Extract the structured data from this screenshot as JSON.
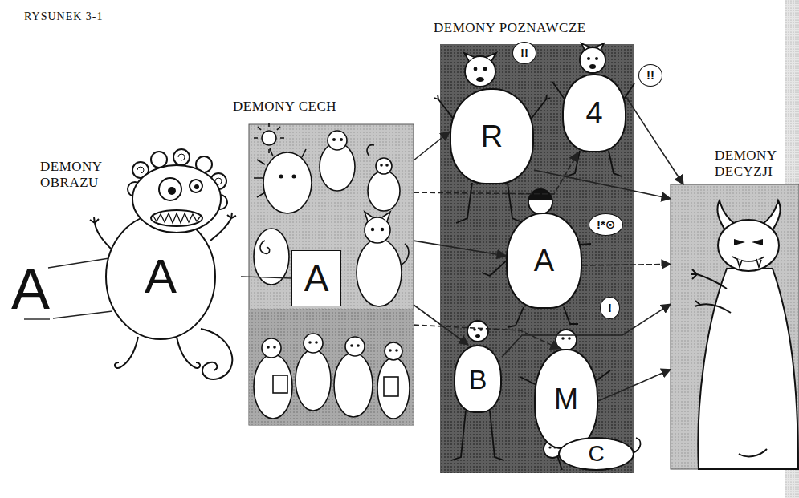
{
  "diagram": {
    "nodes": [
      {
        "text": [
          "DEMONY OBRAZU",
          "A"
        ]
      },
      {
        "text": [
          "DEMONY CECH"
        ]
      },
      {
        "text": [
          "A"
        ],
        "in": 1
      },
      {
        "text": [
          "DEMONY POZNAWCZE"
        ]
      },
      {
        "text": [
          "R"
        ],
        "in": 3
      },
      {
        "text": [
          "4"
        ],
        "in": 3
      },
      {
        "text": [
          "A"
        ],
        "in": 3
      },
      {
        "text": [
          "B"
        ],
        "in": 3
      },
      {
        "text": [
          "M"
        ],
        "in": 3
      },
      {
        "text": [
          "C"
        ],
        "in": 3
      },
      {
        "text": [
          "DEMONY DECYZJI"
        ]
      }
    ],
    "edges": [
      {
        "from": 0,
        "to": 2,
        "arrow": "none"
      },
      {
        "from": 1,
        "to": 4,
        "arrow": "to"
      },
      {
        "from": 1,
        "to": 5,
        "arrow": "to"
      },
      {
        "from": 1,
        "to": 6,
        "arrow": "to"
      },
      {
        "from": 1,
        "to": 7,
        "arrow": "to"
      },
      {
        "from": 1,
        "to": 8,
        "arrow": "to"
      },
      {
        "from": 5,
        "to": 10,
        "arrow": "to"
      },
      {
        "from": 4,
        "to": 10,
        "arrow": "to"
      },
      {
        "from": 6,
        "to": 10,
        "arrow": "to"
      },
      {
        "from": 7,
        "to": 10,
        "arrow": "to"
      },
      {
        "from": 8,
        "to": 10,
        "arrow": "to"
      }
    ],
    "labels": [
      "RYSUNEK 3-1",
      "A",
      "!!",
      "!!",
      "!*⊙",
      "!"
    ]
  }
}
